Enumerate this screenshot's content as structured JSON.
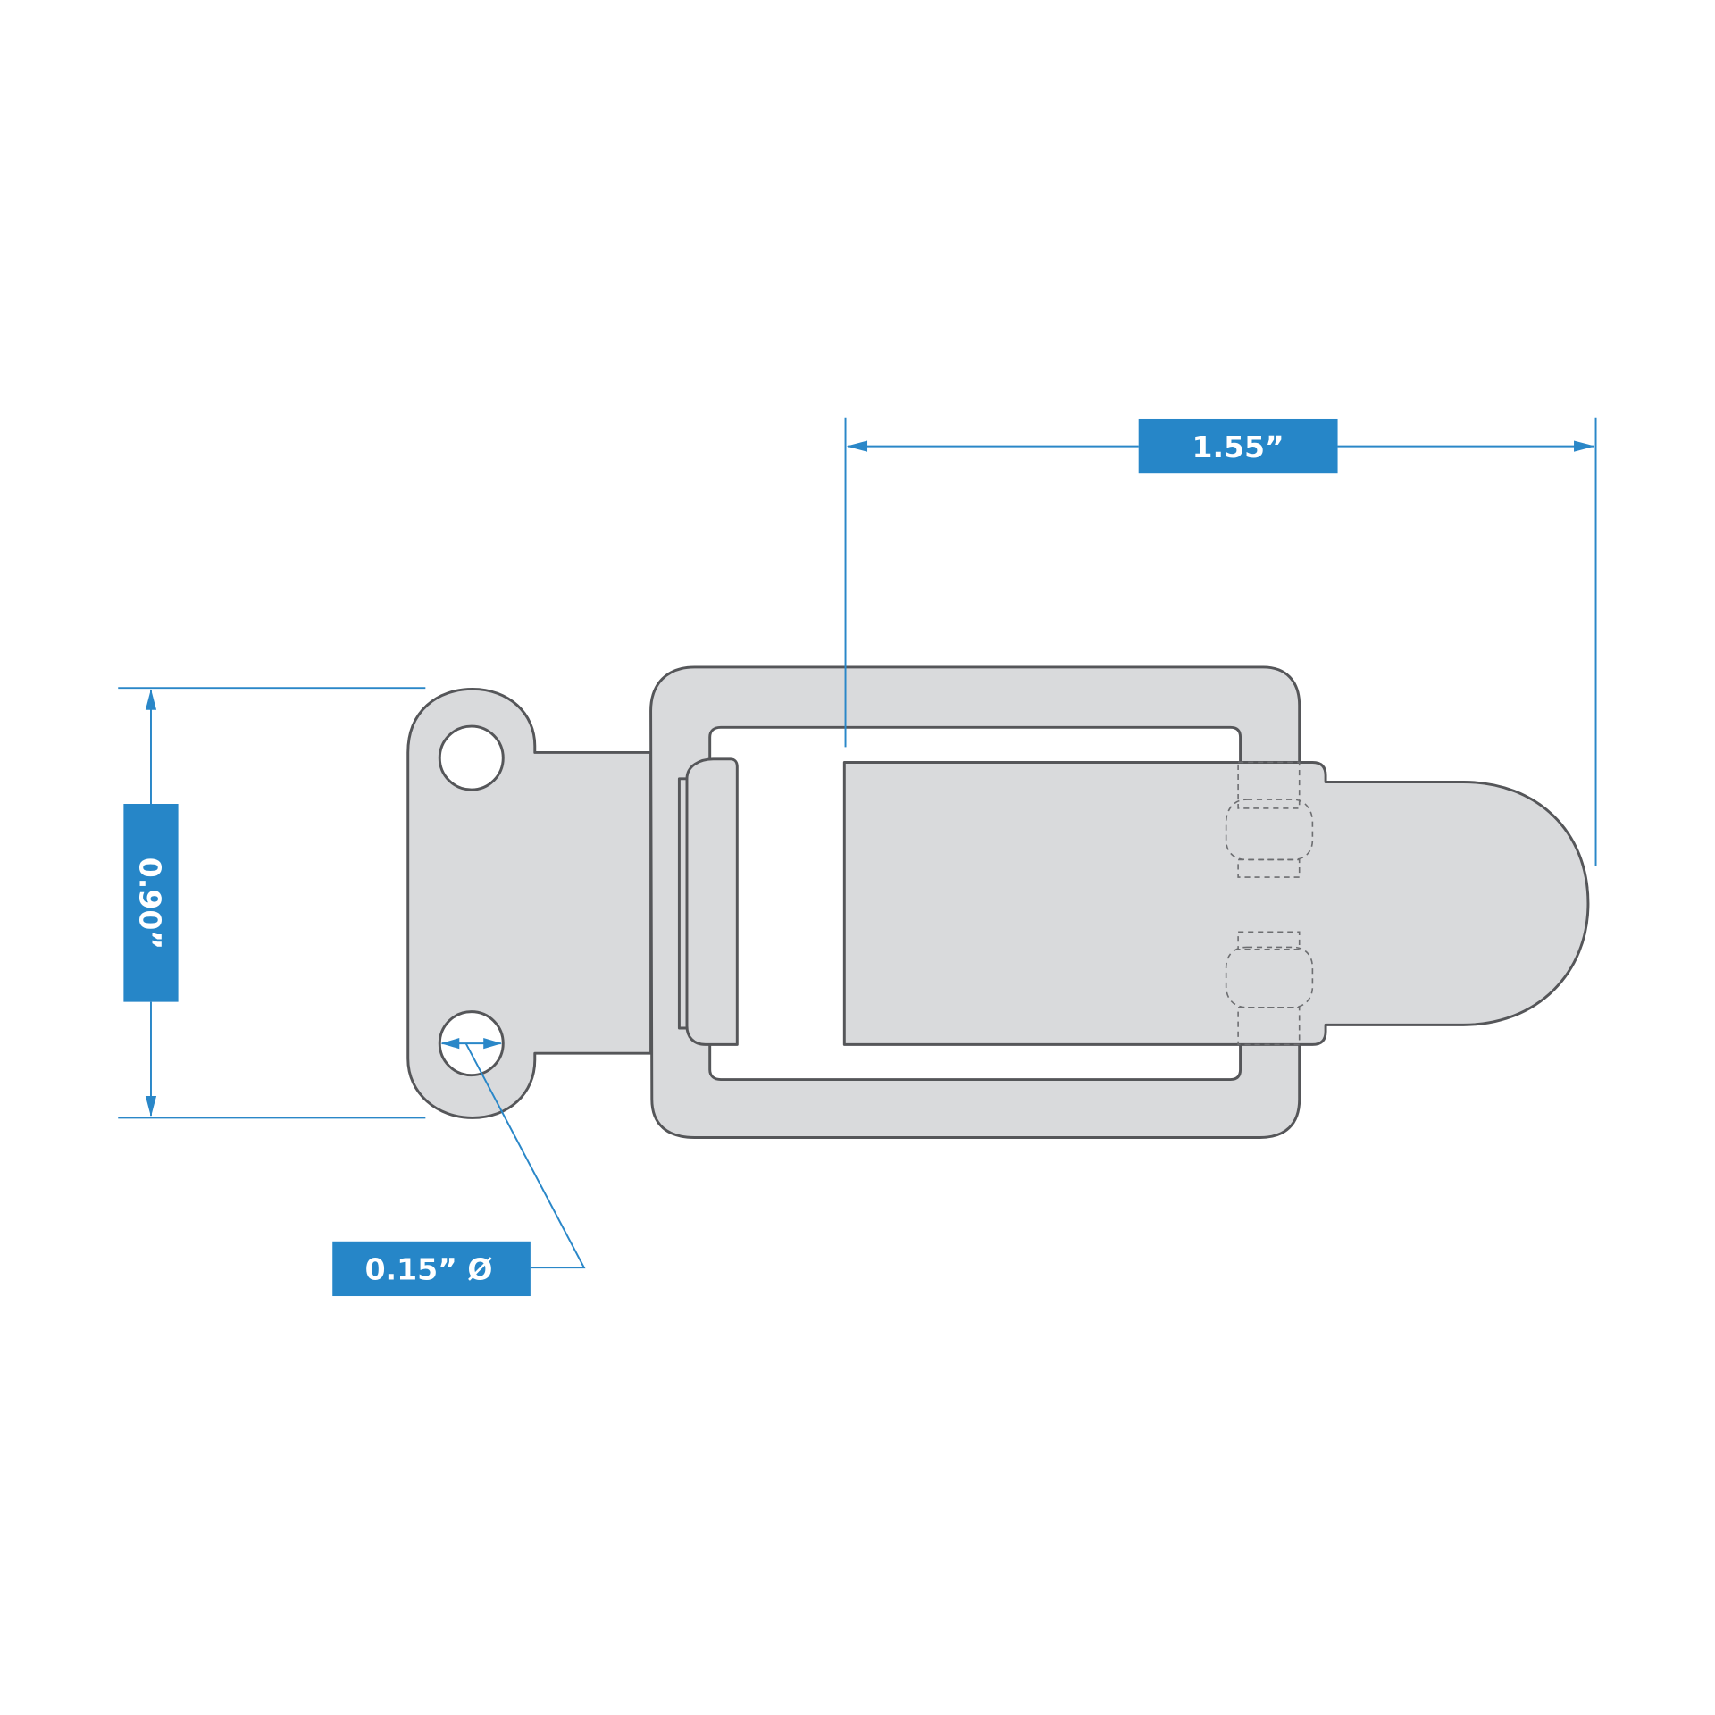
{
  "drawing": {
    "subject": "toggle latch technical drawing",
    "colors": {
      "dimension": "#2a87c8",
      "label_fill": "#2686c8",
      "label_text": "#ffffff",
      "part_fill": "#d9dadc",
      "part_stroke": "#555659"
    }
  },
  "dimensions": {
    "length": {
      "label": "1.55”",
      "value": 1.55,
      "unit": "in",
      "orientation": "horizontal"
    },
    "height": {
      "label": "0.90”",
      "value": 0.9,
      "unit": "in",
      "orientation": "vertical"
    },
    "hole_diameter": {
      "label": "0.15” Ø",
      "value": 0.15,
      "unit": "in",
      "orientation": "leader"
    }
  }
}
